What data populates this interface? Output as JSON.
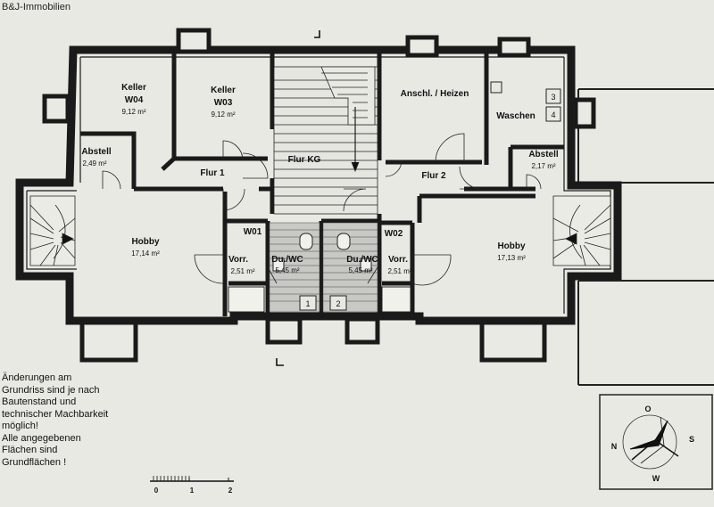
{
  "header": {
    "watermark": "B&J-Immobilien"
  },
  "rooms": [
    {
      "id": "keller_w04",
      "name": "Keller",
      "name2": "W04",
      "area": "9,12 m²"
    },
    {
      "id": "keller_w03",
      "name": "Keller",
      "name2": "W03",
      "area": "9,12 m²"
    },
    {
      "id": "anschl",
      "name": "Anschl. / Heizen",
      "name2": "",
      "area": ""
    },
    {
      "id": "waschen",
      "name": "Waschen",
      "name2": "",
      "area": ""
    },
    {
      "id": "abstell_l",
      "name": "Abstell",
      "name2": "",
      "area": "2,49 m²"
    },
    {
      "id": "flur1",
      "name": "Flur 1",
      "name2": "",
      "area": ""
    },
    {
      "id": "flurkg",
      "name": "Flur KG",
      "name2": "",
      "area": ""
    },
    {
      "id": "flur2",
      "name": "Flur 2",
      "name2": "",
      "area": ""
    },
    {
      "id": "abstell_r",
      "name": "Abstell",
      "name2": "",
      "area": "2,17 m²"
    },
    {
      "id": "hobby_l",
      "name": "Hobby",
      "name2": "",
      "area": "17,14 m²"
    },
    {
      "id": "hobby_r",
      "name": "Hobby",
      "name2": "",
      "area": "17,13 m²"
    },
    {
      "id": "w01",
      "name": "W01",
      "name2": "",
      "area": ""
    },
    {
      "id": "w02",
      "name": "W02",
      "name2": "",
      "area": ""
    },
    {
      "id": "vorr_l",
      "name": "Vorr.",
      "name2": "",
      "area": "2,51 m²"
    },
    {
      "id": "vorr_r",
      "name": "Vorr.",
      "name2": "",
      "area": "2,51 m²"
    },
    {
      "id": "duwc_l",
      "name": "Du./WC",
      "name2": "",
      "area": "5,45 m²"
    },
    {
      "id": "duwc_r",
      "name": "Du./WC",
      "name2": "",
      "area": "5,45 m²"
    }
  ],
  "appliances": [
    "1",
    "2",
    "3",
    "4"
  ],
  "note": {
    "lines": [
      "Änderungen am",
      "Grundriss sind je nach",
      "Bautenstand und",
      "technischer Machbarkeit",
      "möglich!",
      "Alle angegebenen",
      "Flächen sind",
      "Grundflächen !"
    ]
  },
  "scale": {
    "ticks": [
      "0",
      "1",
      "2"
    ]
  },
  "compass": {
    "letters": [
      "N",
      "O",
      "S",
      "W"
    ]
  }
}
